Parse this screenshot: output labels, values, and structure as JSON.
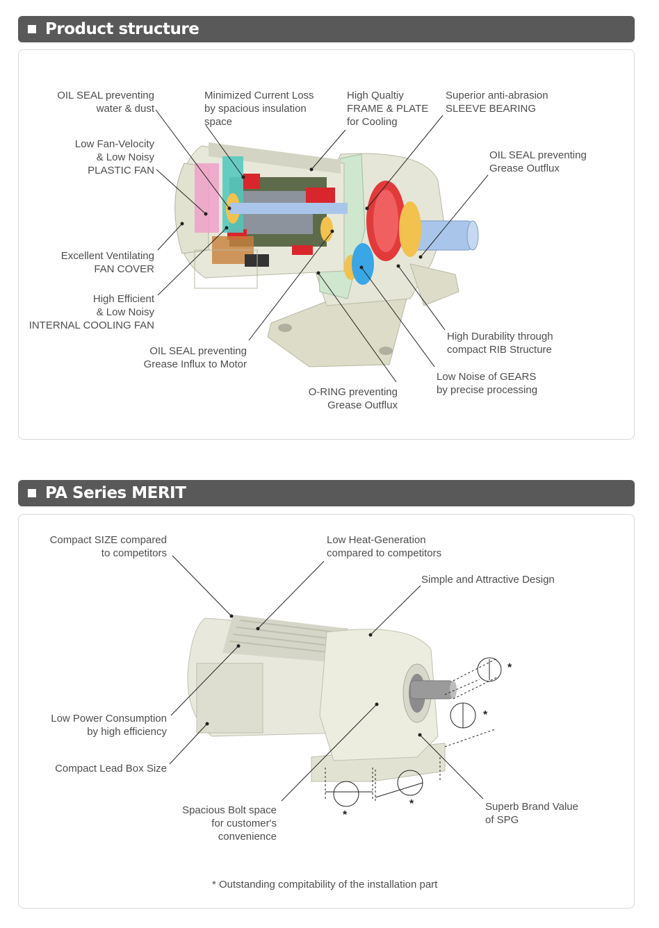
{
  "sections": {
    "structure": {
      "title": "Product structure"
    },
    "merit": {
      "title": "PA Series MERIT"
    }
  },
  "structure_labels": {
    "oil_seal_water": [
      "OIL SEAL preventing",
      "water & dust"
    ],
    "current_loss": [
      "Minimized Current Loss",
      "by spacious insulation",
      "space"
    ],
    "frame_plate": [
      "High Qualtiy",
      "FRAME & PLATE",
      "for Cooling"
    ],
    "sleeve_bearing": [
      "Superior anti-abrasion",
      "SLEEVE BEARING"
    ],
    "plastic_fan": [
      "Low Fan-Velocity",
      "& Low Noisy",
      "PLASTIC FAN"
    ],
    "oil_seal_grease": [
      "OIL SEAL preventing",
      "Grease Outflux"
    ],
    "fan_cover": [
      "Excellent Ventilating",
      "FAN COVER"
    ],
    "cooling_fan": [
      "High Efficient",
      "& Low Noisy",
      "INTERNAL COOLING FAN"
    ],
    "oil_seal_motor": [
      "OIL SEAL preventing",
      "Grease Influx to Motor"
    ],
    "rib": [
      "High Durability through",
      "compact RIB Structure"
    ],
    "gears": [
      "Low Noise of GEARS",
      "by precise processing"
    ],
    "o_ring": [
      "O-RING preventing",
      "Grease Outflux"
    ]
  },
  "merit_labels": {
    "compact_size": [
      "Compact SIZE compared",
      "to competitors"
    ],
    "low_heat": [
      "Low Heat-Generation",
      "compared to competitors"
    ],
    "design": [
      "Simple and Attractive Design"
    ],
    "low_power": [
      "Low Power Consumption",
      "by high efficiency"
    ],
    "lead_box": [
      "Compact Lead Box Size"
    ],
    "bolt_space": [
      "Spacious Bolt space",
      "for customer's",
      "convenience"
    ],
    "brand": [
      "Superb Brand Value",
      "of SPG"
    ],
    "asterisk": "*",
    "footnote": "* Outstanding compitability of the installation part"
  },
  "colors": {
    "header": "#595959",
    "housing": "#e6e6d8",
    "gear": "#e23a3a",
    "bearing": "#f2c14e",
    "frame_green": "#cfe6cf",
    "fan": "#f0a0c8",
    "shaft": "#a9c6ea"
  }
}
